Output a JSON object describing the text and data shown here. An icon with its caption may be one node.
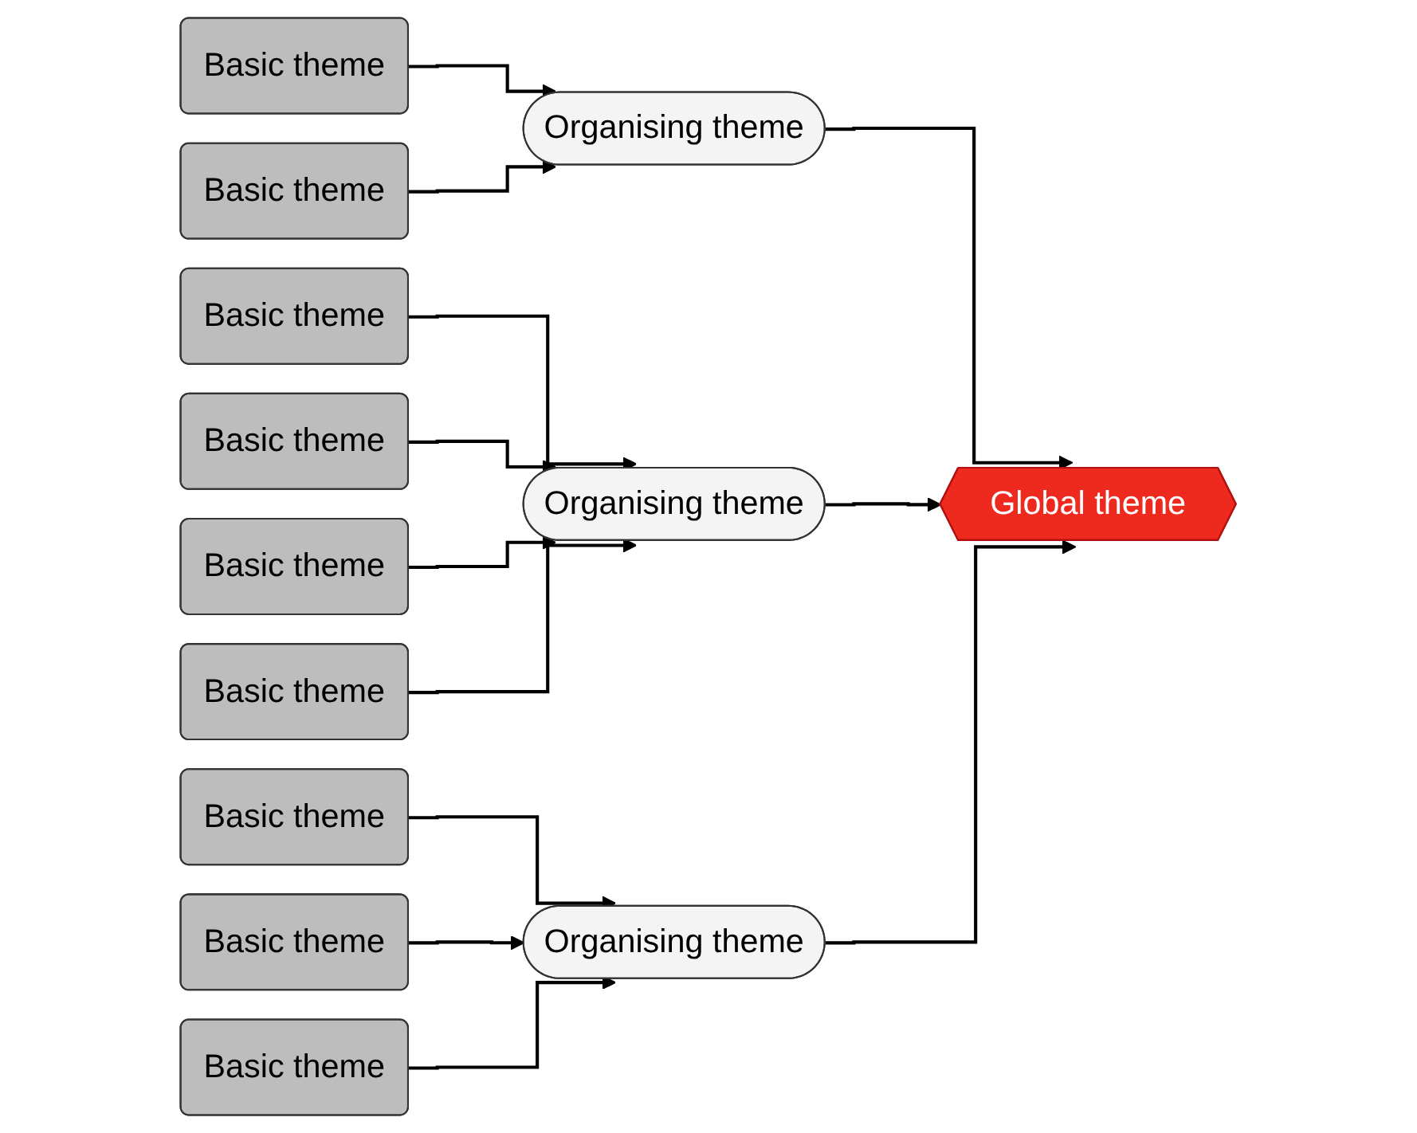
{
  "diagram": {
    "nodes": [
      {
        "text": [
          "Basic theme"
        ]
      },
      {
        "text": [
          "Basic theme"
        ]
      },
      {
        "text": [
          "Organising theme"
        ]
      },
      {
        "text": [
          "Basic theme"
        ]
      },
      {
        "text": [
          "Basic theme"
        ]
      },
      {
        "text": [
          "Basic theme"
        ]
      },
      {
        "text": [
          "Basic theme"
        ]
      },
      {
        "text": [
          "Organising theme"
        ]
      },
      {
        "text": [
          "Basic theme"
        ]
      },
      {
        "text": [
          "Basic theme"
        ]
      },
      {
        "text": [
          "Basic theme"
        ]
      },
      {
        "text": [
          "Organising theme"
        ]
      },
      {
        "text": [
          "Global theme"
        ]
      }
    ],
    "edges": [
      {
        "from": 0,
        "to": 2,
        "arrow": "to"
      },
      {
        "from": 1,
        "to": 2,
        "arrow": "to"
      },
      {
        "from": 3,
        "to": 7,
        "arrow": "to"
      },
      {
        "from": 4,
        "to": 7,
        "arrow": "to"
      },
      {
        "from": 5,
        "to": 7,
        "arrow": "to"
      },
      {
        "from": 6,
        "to": 7,
        "arrow": "to"
      },
      {
        "from": 8,
        "to": 11,
        "arrow": "to"
      },
      {
        "from": 9,
        "to": 11,
        "arrow": "to"
      },
      {
        "from": 10,
        "to": 11,
        "arrow": "to"
      },
      {
        "from": 2,
        "to": 12,
        "arrow": "to"
      },
      {
        "from": 7,
        "to": 12,
        "arrow": "to"
      },
      {
        "from": 11,
        "to": 12,
        "arrow": "to"
      }
    ]
  }
}
